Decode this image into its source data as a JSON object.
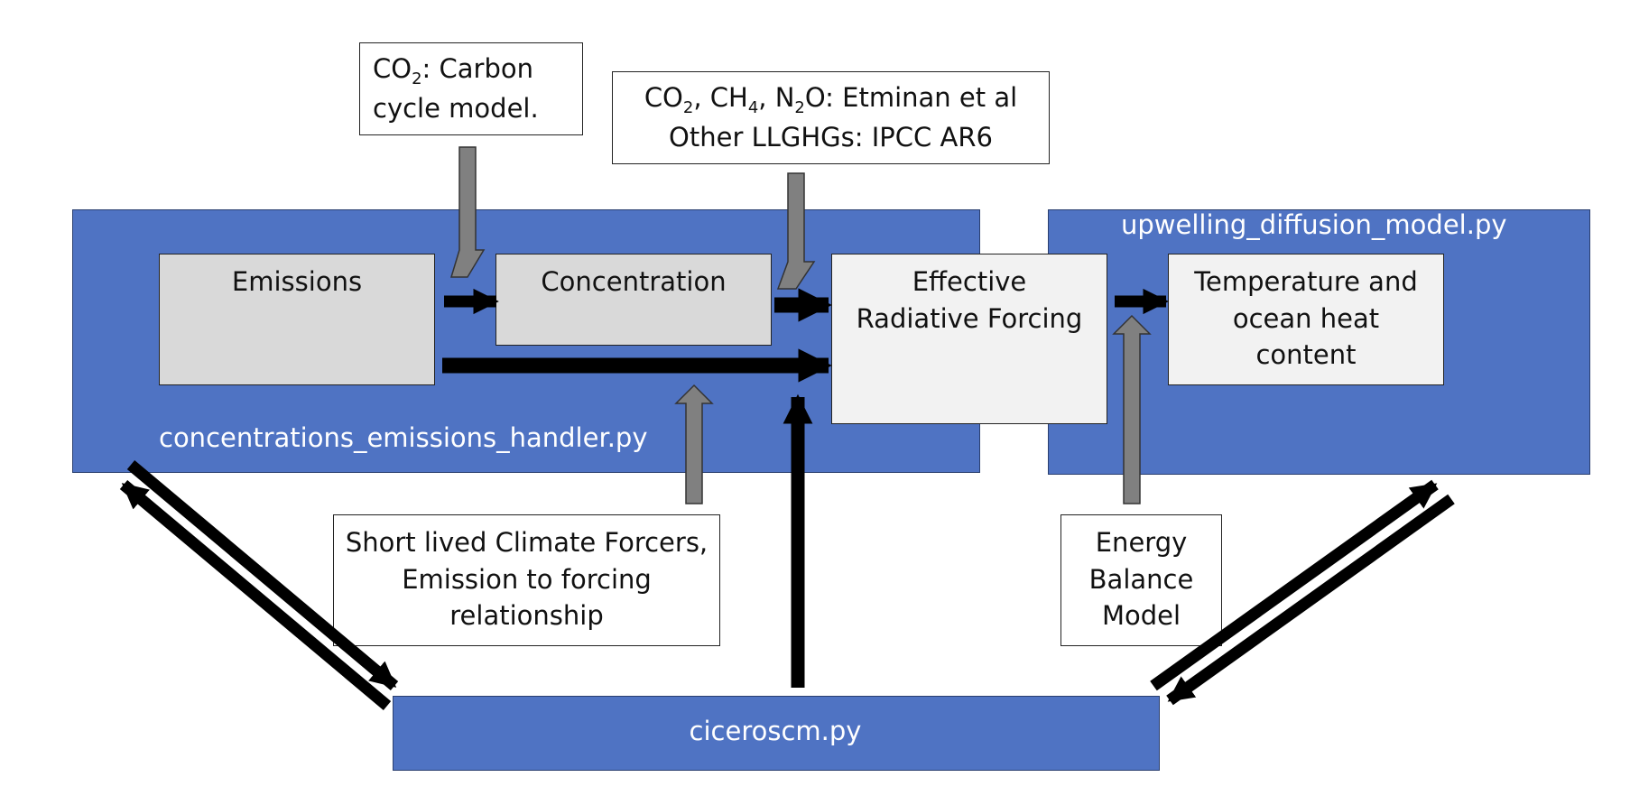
{
  "panels": {
    "left_label": "concentrations_emissions_handler.py",
    "right_label": "upwelling_diffusion_model.py",
    "bottom_label": "ciceroscm.py"
  },
  "boxes": {
    "emissions": "Emissions",
    "concentration": "Concentration",
    "erf_line1": "Effective",
    "erf_line2": "Radiative Forcing",
    "temp_line1": "Temperature and",
    "temp_line2": "ocean heat",
    "temp_line3": "content"
  },
  "notes": {
    "carbon": {
      "co": "CO",
      "sub2": "2",
      "rest": ": Carbon",
      "line2": "cycle model."
    },
    "etminan": {
      "co": "CO",
      "sub_a": "2",
      "ch": ", CH",
      "sub_b": "4",
      "n": ", N",
      "sub_c": "2",
      "rest": "O: Etminan et al",
      "line2": "Other LLGHGs: IPCC AR6"
    },
    "slcf_line1": "Short lived Climate Forcers,",
    "slcf_line2": "Emission to forcing",
    "slcf_line3": "relationship",
    "ebm_line1": "Energy",
    "ebm_line2": "Balance",
    "ebm_line3": "Model"
  },
  "colors": {
    "panel_blue": "#4f73c3",
    "gray_arrow": "#808080",
    "box_gray": "#d9d9d9",
    "box_light": "#f2f2f2"
  }
}
